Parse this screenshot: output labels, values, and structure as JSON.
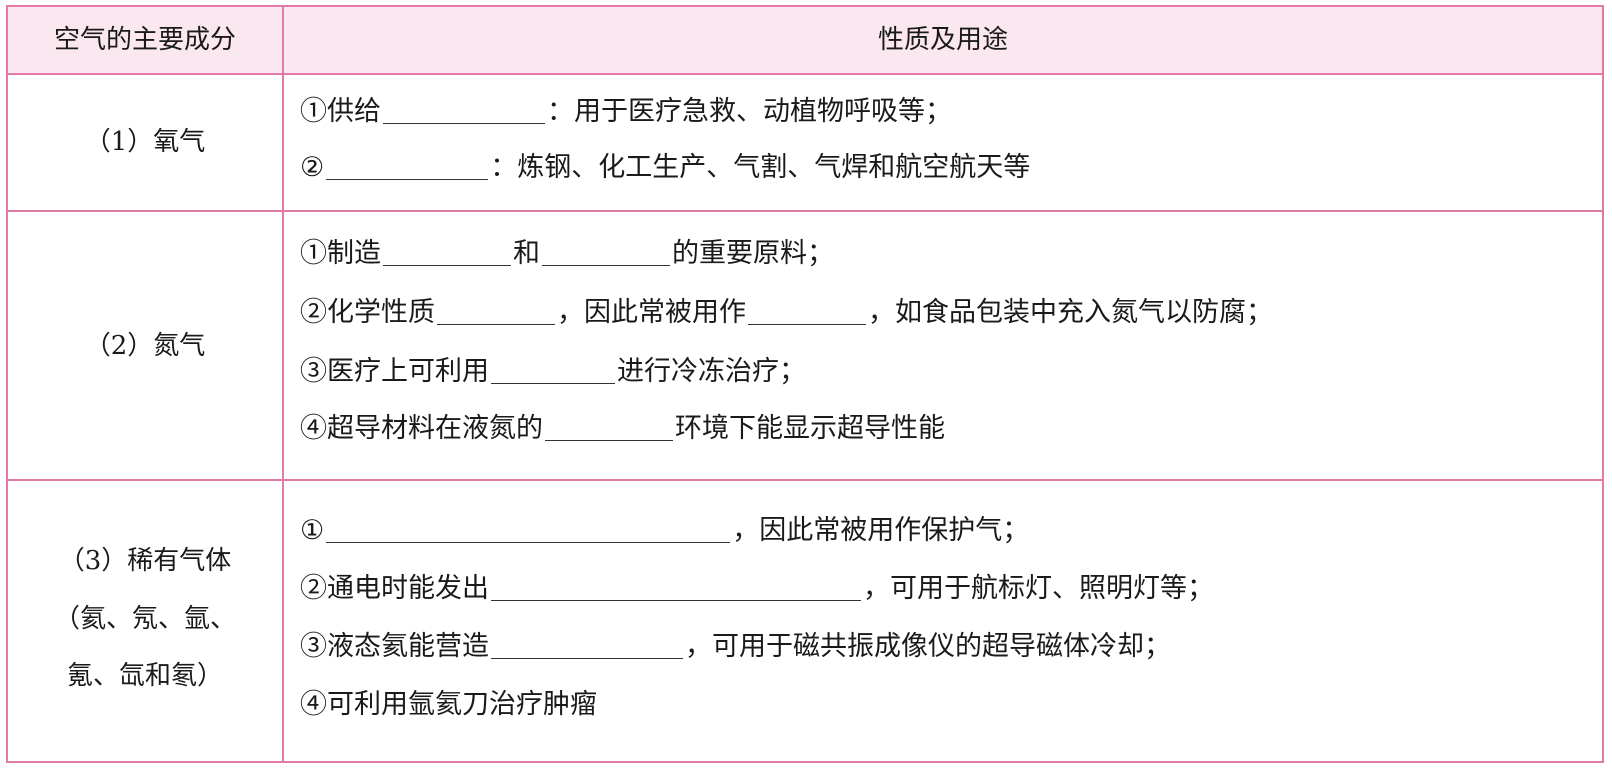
{
  "header": {
    "col1": "空气的主要成分",
    "col2": "性质及用途"
  },
  "oxygen": {
    "name": "（1）氧气",
    "l1_a": "①供给",
    "l1_b": "：用于医疗急救、动植物呼吸等；",
    "l2_a": "②",
    "l2_b": "：炼钢、化工生产、气割、气焊和航空航天等"
  },
  "nitrogen": {
    "name": "（2）氮气",
    "l1_a": "①制造",
    "l1_b": "和",
    "l1_c": "的重要原料；",
    "l2_a": "②化学性质",
    "l2_b": "，因此常被用作",
    "l2_c": "，如食品包装中充入氮气以防腐；",
    "l3_a": "③医疗上可利用",
    "l3_b": "进行冷冻治疗；",
    "l4_a": "④超导材料在液氮的",
    "l4_b": "环境下能显示超导性能"
  },
  "noble": {
    "name_1": "（3）稀有气体",
    "name_2": "（氦、氖、氩、",
    "name_3": "氪、氙和氡）",
    "l1_a": "①",
    "l1_b": "，因此常被用作保护气；",
    "l2_a": "②通电时能发出",
    "l2_b": "，可用于航标灯、照明灯等；",
    "l3_a": "③液态氦能营造",
    "l3_b": "，可用于磁共振成像仪的超导磁体冷却；",
    "l4_a": "④可利用氩氦刀治疗肿瘤"
  }
}
